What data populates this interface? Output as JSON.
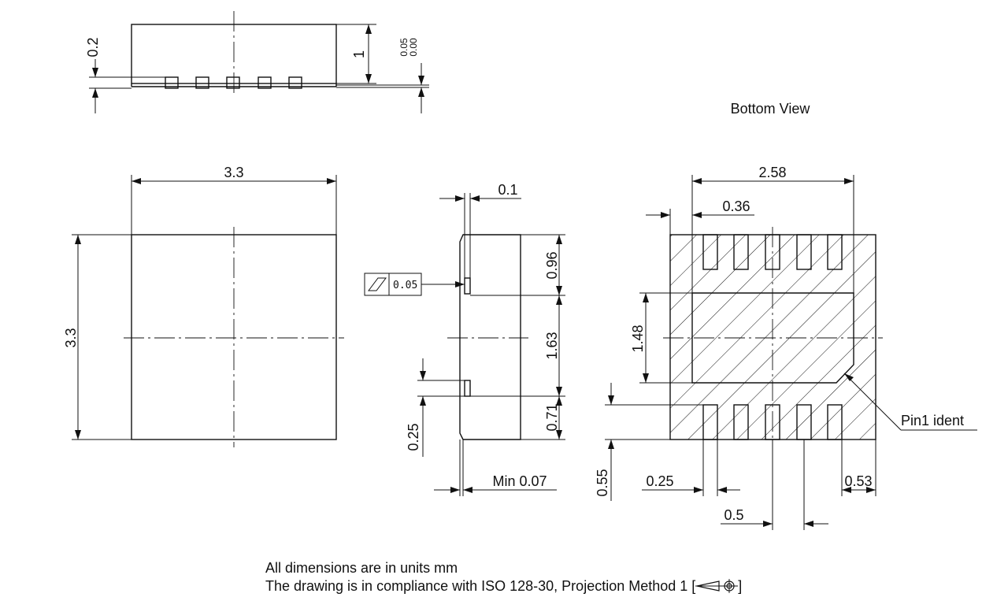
{
  "views": {
    "bottom_view_title": "Bottom View"
  },
  "side_view_top": {
    "dim_height_total": "1",
    "dim_pad_thickness": "0.2",
    "dim_standoff_upper": "0.05",
    "dim_standoff_lower": "0.00"
  },
  "top_view": {
    "dim_width": "3.3",
    "dim_height": "3.3"
  },
  "side_view": {
    "dim_top_gap": "0.1",
    "flatness_value": "0.05",
    "dim_upper_offset": "0.96",
    "dim_pad_pitch": "1.63",
    "dim_lower_offset": "0.71",
    "dim_chamfer": "0.25",
    "dim_min_edge": "Min 0.07"
  },
  "bottom_view": {
    "dim_pad_span": "2.58",
    "dim_first_pad_offset": "0.36",
    "dim_exposed_pad_height": "1.48",
    "pin1_label": "Pin1 ident",
    "dim_pad_width": "0.25",
    "dim_pad_length": "0.55",
    "dim_pitch": "0.5",
    "dim_edge_offset": "0.53"
  },
  "notes": {
    "units": "All dimensions are in units mm",
    "compliance_prefix": "The drawing is in compliance with ISO 128-30, Projection Method 1 [",
    "compliance_suffix": "]"
  }
}
